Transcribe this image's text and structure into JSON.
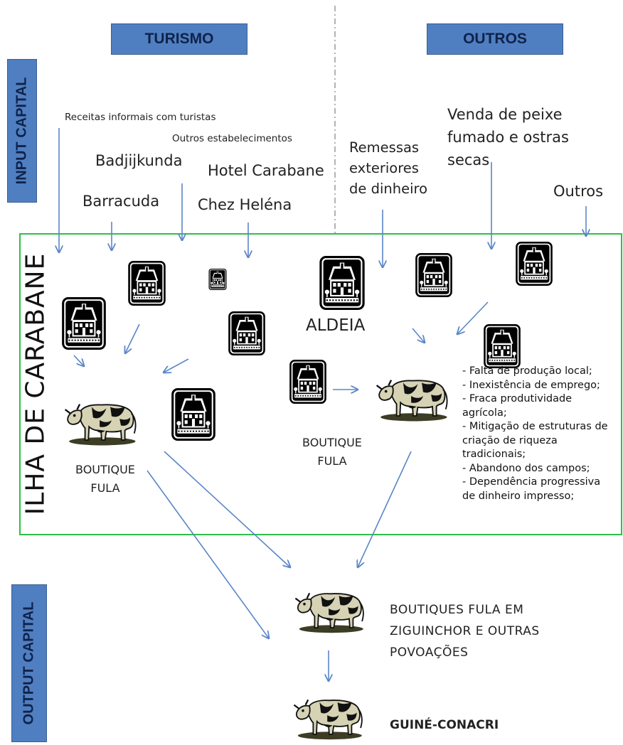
{
  "headers": {
    "turismo": "TURISMO",
    "outros": "OUTROS"
  },
  "side_labels": {
    "input": "INPUT CAPITAL",
    "output": "OUTPUT CAPITAL"
  },
  "island_label": "ILHA DE CARABANE",
  "sources": {
    "receitas": "Receitas informais com turistas",
    "outros_estab": "Outros estabelecimentos",
    "badjijkunda": "Badjijkunda",
    "hotel": "Hotel Carabane",
    "barracuda": "Barracuda",
    "chez": "Chez Heléna",
    "remessas": [
      "Remessas",
      "exteriores",
      "de dinheiro"
    ],
    "venda": [
      "Venda de peixe",
      "fumado e ostras",
      "secas"
    ],
    "outros": "Outros"
  },
  "aldeia": "ALDEIA",
  "boutique_left": [
    "BOUTIQUE",
    "FULA"
  ],
  "boutique_right": [
    "BOUTIQUE",
    "FULA"
  ],
  "problems": [
    "- Falta de produção local;",
    "- Inexistência de emprego;",
    "- Fraca produtividade",
    "agrícola;",
    "- Mitigação de estruturas de",
    "criação de riqueza",
    "tradicionais;",
    "- Abandono dos campos;",
    "- Dependência progressiva",
    "de dinheiro impresso;"
  ],
  "outputs": {
    "ziguinchor": [
      "BOUTIQUES FULA EM",
      "ZIGUINCHOR E OUTRAS",
      "POVOAÇÕES"
    ],
    "guine": "GUINÉ-CONACRI"
  },
  "colors": {
    "header_blue": "#4f7fc1",
    "arrow_blue": "#5a86c8",
    "island_border": "#2fbf4a"
  },
  "icons": [
    "house-icon",
    "cow-icon"
  ]
}
